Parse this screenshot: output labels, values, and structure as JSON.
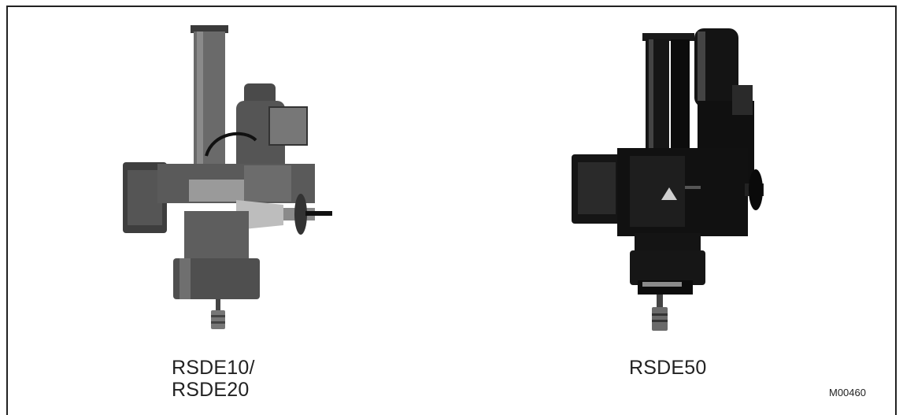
{
  "figure": {
    "left_item": {
      "caption_line1": "RSDE10/",
      "caption_line2": "RSDE20"
    },
    "right_item": {
      "caption": "RSDE50"
    },
    "figure_id": "M00460"
  },
  "colors": {
    "frame_border": "#222222",
    "left_body": "#5a5a5a",
    "right_body": "#111111"
  }
}
